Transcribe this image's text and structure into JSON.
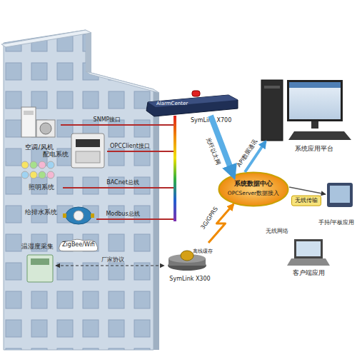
{
  "diagram": {
    "nodes": [
      {
        "text": [
          "空调/风机"
        ]
      },
      {
        "text": [
          "配电系统"
        ]
      },
      {
        "text": [
          "AlarmCenter",
          "SymLink X700"
        ]
      },
      {
        "text": [
          "系统应用平台"
        ]
      },
      {
        "text": [
          "系统数据中心",
          "OPCServer数据接入"
        ]
      },
      {
        "text": [
          "照明系统"
        ]
      },
      {
        "text": [
          "手持/平板应用"
        ]
      },
      {
        "text": [
          "给排水系统"
        ]
      },
      {
        "text": [
          "客户端应用"
        ]
      },
      {
        "text": [
          "温湿度采集"
        ]
      },
      {
        "text": [
          "ZigBee/Wifi"
        ]
      },
      {
        "text": [
          "离线缓存",
          "SymLink X300"
        ]
      }
    ],
    "edges": [
      {
        "from": 0,
        "to": 2,
        "label": "SNMP接口",
        "arrow": "none"
      },
      {
        "from": 1,
        "to": 2,
        "label": "OPCClient接口",
        "arrow": "none"
      },
      {
        "from": 5,
        "to": 2,
        "label": "BACnet总线",
        "arrow": "none"
      },
      {
        "from": 7,
        "to": 2,
        "label": "Modbus总线",
        "arrow": "none"
      },
      {
        "from": 2,
        "to": 4,
        "label": "光纤以太网",
        "arrow": "to"
      },
      {
        "from": 4,
        "to": 3,
        "label": "API数据通讯",
        "arrow": "to"
      },
      {
        "from": 4,
        "to": 6,
        "label": "无线传输",
        "arrow": "to"
      },
      {
        "from": 11,
        "to": 4,
        "label": "3G/GPRS",
        "arrow": "to"
      },
      {
        "from": 9,
        "to": 11,
        "label": "厂家协议",
        "arrow": "both"
      }
    ],
    "labels": [
      "无线网络"
    ]
  }
}
